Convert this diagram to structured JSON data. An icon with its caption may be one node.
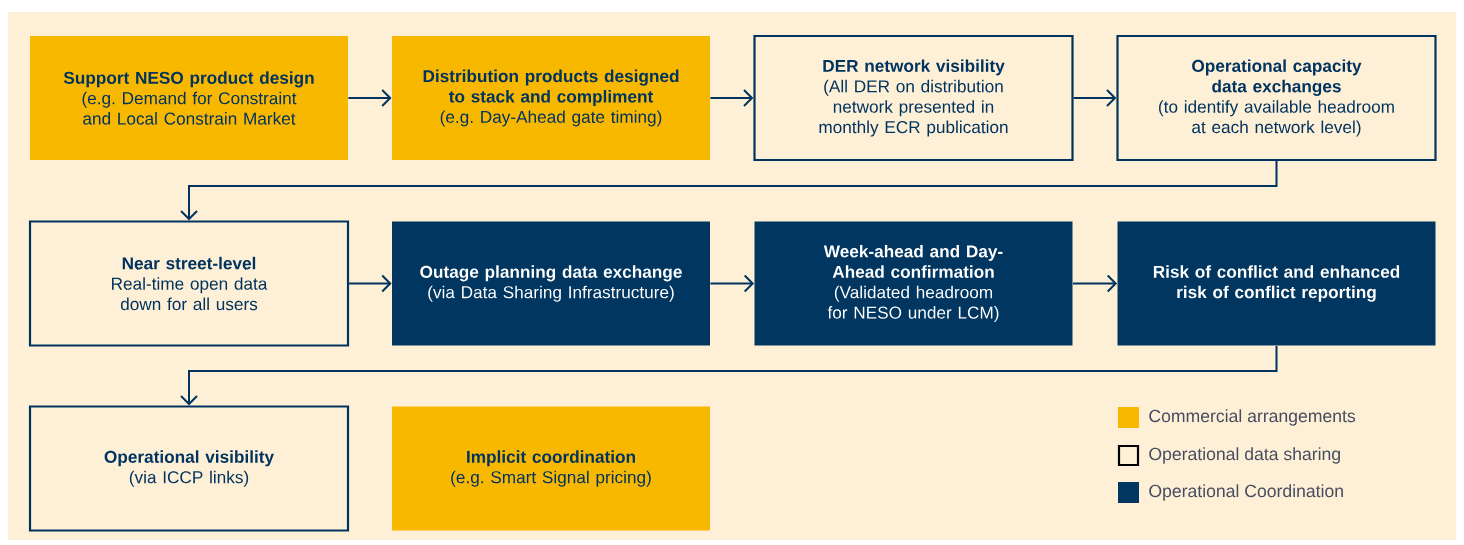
{
  "diagram": {
    "nodes": [
      {
        "text": [
          "Support NESO product design",
          "(e.g. Demand for Constraint and Local Constrain Market"
        ]
      },
      {
        "text": [
          "Distribution products designed to stack and compliment",
          "(e.g. Day-Ahead gate timing)"
        ]
      },
      {
        "text": [
          "DER network visibility",
          "(All DER on distribution network presented in monthly ECR publication"
        ]
      },
      {
        "text": [
          "Operational capacity data exchanges",
          "(to identify available headroom at each network level)"
        ]
      },
      {
        "text": [
          "Near street-level",
          "Real-time open data down for all users"
        ]
      },
      {
        "text": [
          "Outage planning data exchange",
          "(via Data Sharing Infrastructure)"
        ]
      },
      {
        "text": [
          "Week-ahead and Day-Ahead confirmation",
          "(Validated headroom for NESO under LCM)"
        ]
      },
      {
        "text": [
          "Risk of conflict and enhanced risk of conflict reporting"
        ]
      },
      {
        "text": [
          "Operational visibility",
          "(via ICCP links)"
        ]
      },
      {
        "text": [
          "Implicit coordination",
          "(e.g. Smart Signal pricing)"
        ]
      }
    ],
    "edges": [
      {
        "from": 0,
        "to": 1,
        "arrow": "to"
      },
      {
        "from": 1,
        "to": 2,
        "arrow": "to"
      },
      {
        "from": 2,
        "to": 3,
        "arrow": "to"
      },
      {
        "from": 3,
        "to": 4,
        "arrow": "to"
      },
      {
        "from": 4,
        "to": 5,
        "arrow": "to"
      },
      {
        "from": 5,
        "to": 6,
        "arrow": "to"
      },
      {
        "from": 6,
        "to": 7,
        "arrow": "to"
      },
      {
        "from": 7,
        "to": 8,
        "arrow": "to"
      }
    ],
    "legend": [
      {
        "text": "Commercial arrangements",
        "color": "#f9b800"
      },
      {
        "text": "Operational data sharing"
      },
      {
        "text": "Operational Coordination",
        "color": "#003660"
      }
    ]
  }
}
